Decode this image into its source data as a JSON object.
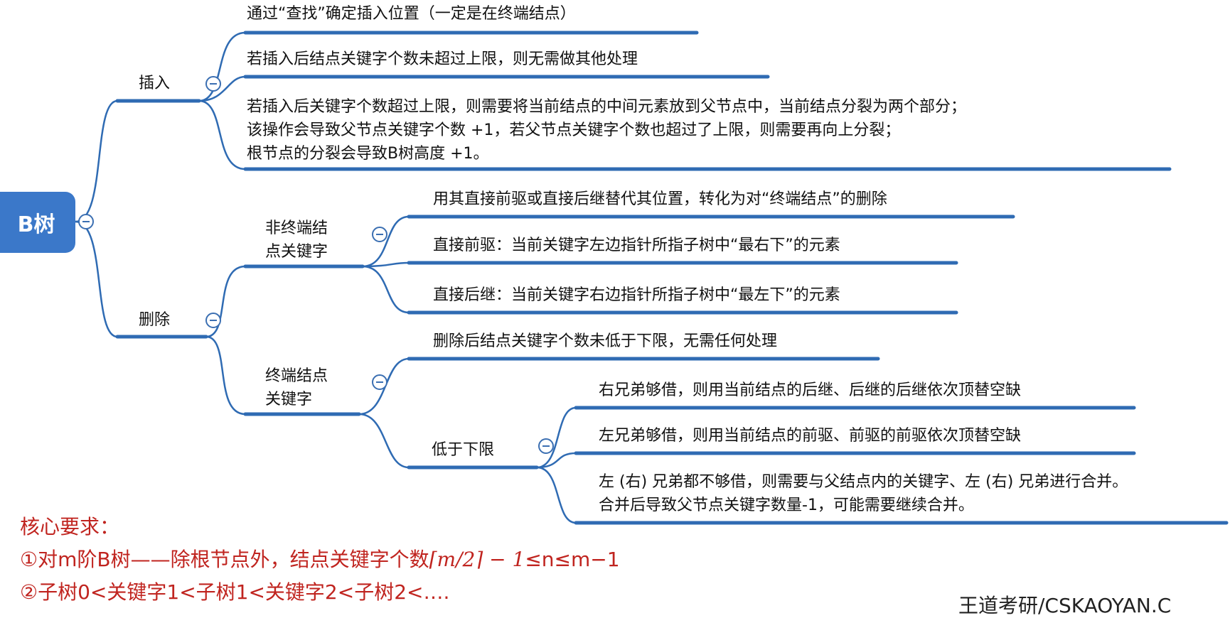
{
  "colors": {
    "root_fill": "#3b78c9",
    "connector": "#2f6bb3",
    "collapse_icon": "#3b6fb2",
    "requirement_text": "#c0241f"
  },
  "root": {
    "label": "B树"
  },
  "insert": {
    "label": "插入",
    "items": [
      "通过“查找”确定插入位置（一定是在终端结点）",
      "若插入后结点关键字个数未超过上限，则无需做其他处理",
      "若插入后关键字个数超过上限，则需要将当前结点的中间元素放到父节点中，当前结点分裂为两个部分；\n该操作会导致父节点关键字个数 +1，若父节点关键字个数也超过了上限，则需要再向上分裂；\n根节点的分裂会导致B树高度 +1。"
    ]
  },
  "delete": {
    "label": "删除",
    "non_terminal": {
      "label": "非终端结\n点关键字",
      "items": [
        "用其直接前驱或直接后继替代其位置，转化为对“终端结点”的删除",
        "直接前驱：当前关键字左边指针所指子树中“最右下”的元素",
        "直接后继：当前关键字右边指针所指子树中“最左下”的元素"
      ]
    },
    "terminal": {
      "label": "终端结点\n关键字",
      "items": [
        "删除后结点关键字个数未低于下限，无需任何处理"
      ],
      "below_limit": {
        "label": "低于下限",
        "items": [
          "右兄弟够借，则用当前结点的后继、后继的后继依次顶替空缺",
          "左兄弟够借，则用当前结点的前驱、前驱的前驱依次顶替空缺",
          "左 (右) 兄弟都不够借，则需要与父结点内的关键字、左 (右) 兄弟进行合并。\n合并后导致父节点关键字数量-1，可能需要继续合并。"
        ]
      }
    }
  },
  "requirements": {
    "title": "核心要求：",
    "line1_prefix": "①对m阶B树——除根节点外，结点关键字个数",
    "line1_formula": "⌈m/2⌉ − 1",
    "line1_suffix": "≤n≤m−1",
    "line2": "②子树0<关键字1<子树1<关键字2<子树2<…."
  },
  "footer": {
    "watermark": "王道考研/CSKAOYAN.C"
  }
}
